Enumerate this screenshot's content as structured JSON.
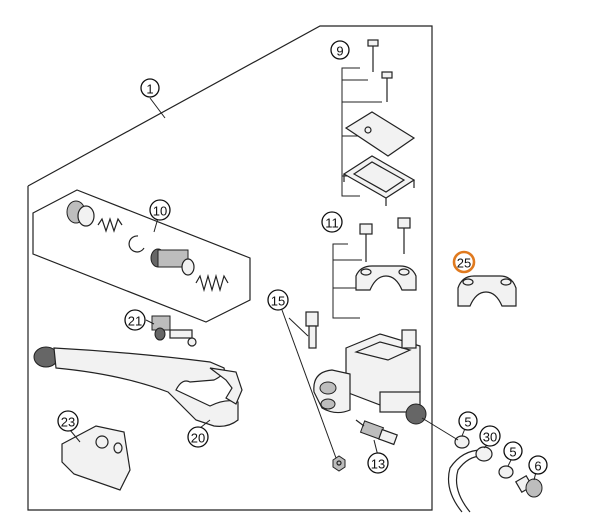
{
  "colors": {
    "line": "#222222",
    "highlight": "#e07a1f",
    "background": "#ffffff"
  },
  "callouts": {
    "c1": "1",
    "c9": "9",
    "c10": "10",
    "c11": "11",
    "c15": "15",
    "c21": "21",
    "c25": "25",
    "c23": "23",
    "c20": "20",
    "c13": "13",
    "c5a": "5",
    "c30": "30",
    "c5b": "5",
    "c6": "6"
  },
  "highlighted_callout": "25"
}
